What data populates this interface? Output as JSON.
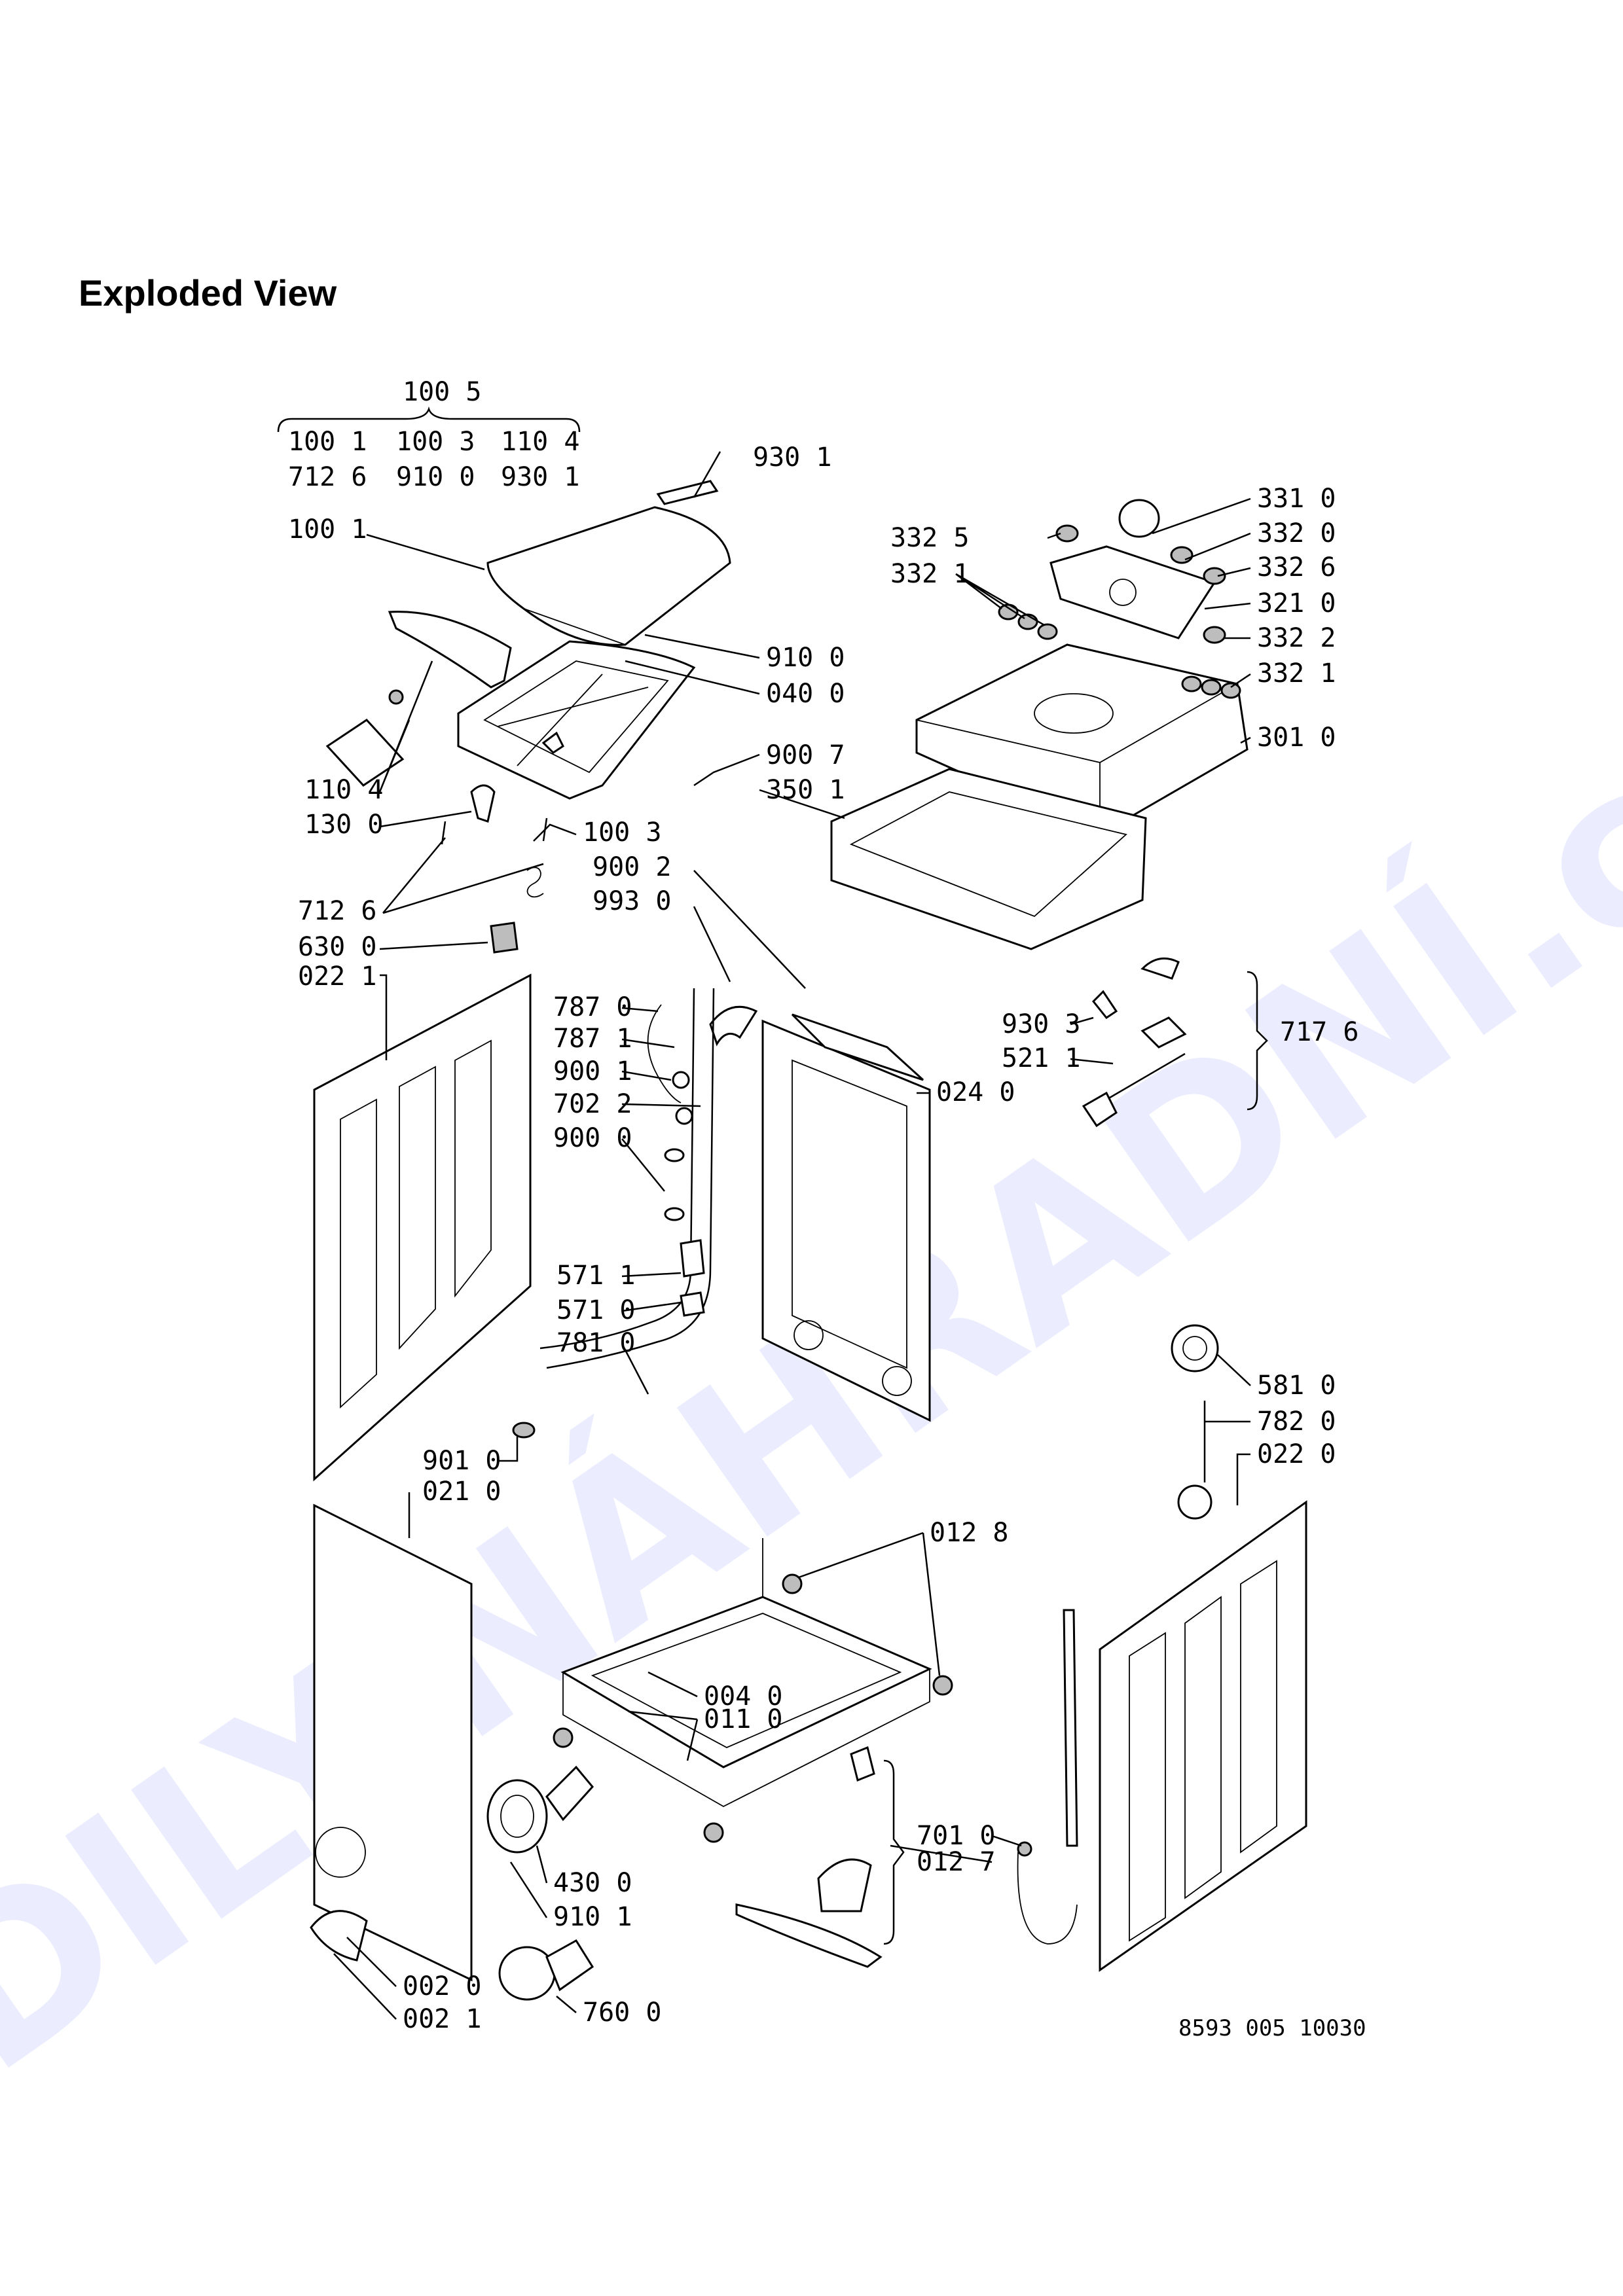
{
  "title": "Exploded View",
  "drawing_number": "8593 005 10030",
  "watermark": "©DILY-NÁHRADNÍ.cz",
  "kit_header": {
    "label": "100 5",
    "rows": [
      [
        "100 1",
        "100 3",
        "110 4"
      ],
      [
        "712 6",
        "910 0",
        "930 1"
      ]
    ]
  },
  "labels": [
    {
      "id": "930 1"
    },
    {
      "id": "100 1"
    },
    {
      "id": "910 0"
    },
    {
      "id": "040 0"
    },
    {
      "id": "110 4"
    },
    {
      "id": "130 0"
    },
    {
      "id": "900 7"
    },
    {
      "id": "350 1"
    },
    {
      "id": "100 3"
    },
    {
      "id": "900 2"
    },
    {
      "id": "993 0"
    },
    {
      "id": "712 6"
    },
    {
      "id": "630 0"
    },
    {
      "id": "022 1"
    },
    {
      "id": "787 0"
    },
    {
      "id": "787 1"
    },
    {
      "id": "900 1"
    },
    {
      "id": "702 2"
    },
    {
      "id": "900 0"
    },
    {
      "id": "571 1"
    },
    {
      "id": "571 0"
    },
    {
      "id": "781 0"
    },
    {
      "id": "901 0"
    },
    {
      "id": "021 0"
    },
    {
      "id": "331 0"
    },
    {
      "id": "332 5"
    },
    {
      "id": "332 0"
    },
    {
      "id": "332 1"
    },
    {
      "id": "332 6"
    },
    {
      "id": "321 0"
    },
    {
      "id": "332 2"
    },
    {
      "id": "332 1"
    },
    {
      "id": "301 0"
    },
    {
      "id": "930 3"
    },
    {
      "id": "521 1"
    },
    {
      "id": "717 6"
    },
    {
      "id": "024 0"
    },
    {
      "id": "581 0"
    },
    {
      "id": "782 0"
    },
    {
      "id": "022 0"
    },
    {
      "id": "012 8"
    },
    {
      "id": "004 0"
    },
    {
      "id": "011 0"
    },
    {
      "id": "701 0"
    },
    {
      "id": "012 7"
    },
    {
      "id": "430 0"
    },
    {
      "id": "910 1"
    },
    {
      "id": "002 0"
    },
    {
      "id": "002 1"
    },
    {
      "id": "760 0"
    }
  ]
}
